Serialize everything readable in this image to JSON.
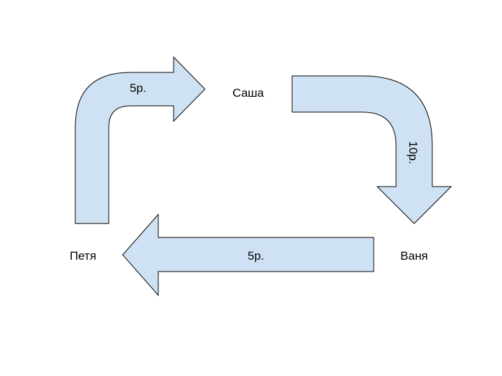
{
  "colors": {
    "arrow_fill": "#cfe2f3",
    "arrow_stroke": "#000000",
    "text": "#000000",
    "background": "#ffffff"
  },
  "nodes": {
    "sasha": "Саша",
    "vanya": "Ваня",
    "petya": "Петя"
  },
  "edges": [
    {
      "from": "Петя",
      "to": "Саша",
      "label": "5р."
    },
    {
      "from": "Саша",
      "to": "Ваня",
      "label": "10р."
    },
    {
      "from": "Ваня",
      "to": "Петя",
      "label": "5р."
    }
  ]
}
